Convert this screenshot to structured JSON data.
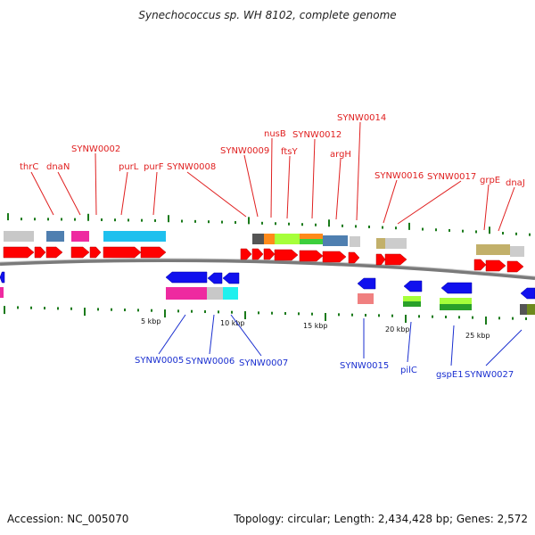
{
  "title": "Synechococcus sp. WH 8102, complete genome",
  "footer": {
    "accession": "Accession: NC_005070",
    "summary": "Topology: circular; Length: 2,434,428 bp; Genes: 2,572"
  },
  "scale_labels": [
    "5 kbp",
    "10 kbp",
    "15 kbp",
    "20 kbp",
    "25 kbp"
  ],
  "top_labels": [
    "thrC",
    "dnaN",
    "SYNW0002",
    "purL",
    "purF",
    "SYNW0008",
    "SYNW0009",
    "nusB",
    "SYNW0012",
    "ftsY",
    "argH",
    "SYNW0014",
    "SYNW0016",
    "SYNW0017",
    "grpE",
    "dnaJ"
  ],
  "bottom_labels": [
    "SYNW0005",
    "SYNW0006",
    "SYNW0007",
    "SYNW0015",
    "pilC",
    "gspE1",
    "SYNW0027"
  ],
  "colors": {
    "forward_gene": "#ff0000",
    "reverse_gene": "#1010ee",
    "backbone": "#888888",
    "tick": "#1a7a1a",
    "label_top": "#e02020",
    "label_bottom": "#1a2fd0"
  }
}
